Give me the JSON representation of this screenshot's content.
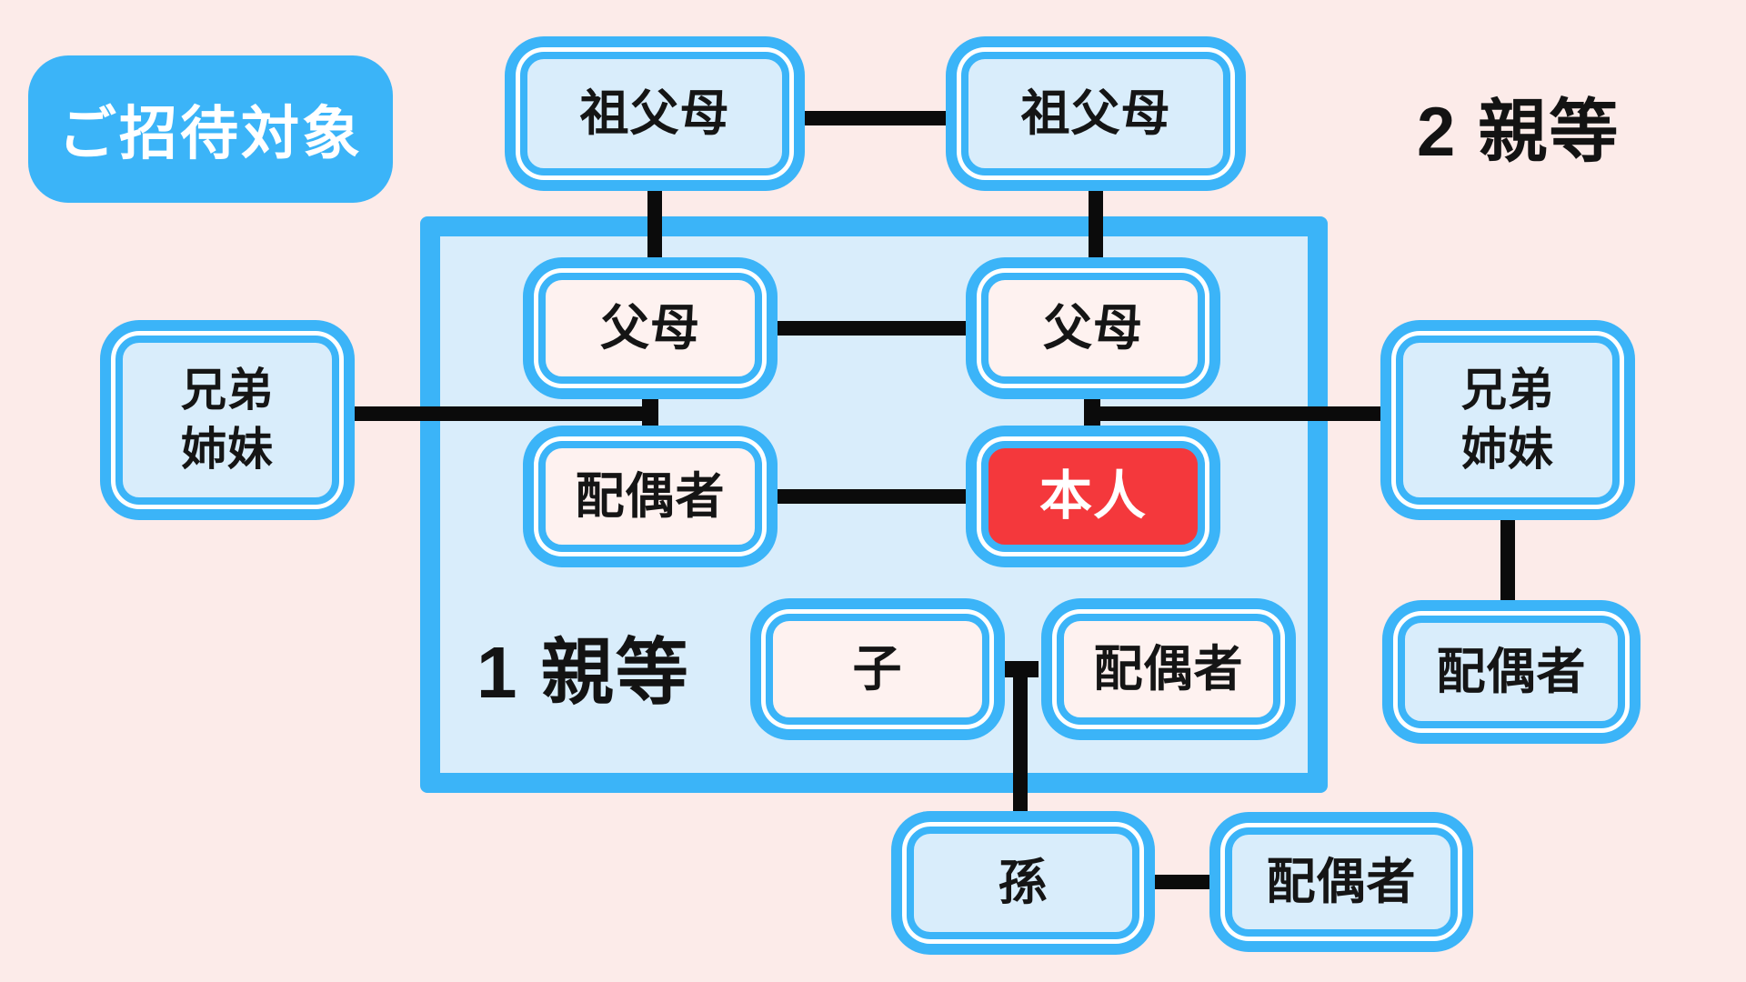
{
  "badge": {
    "label": "ご招待対象"
  },
  "degree_labels": {
    "first": "1 親等",
    "second": "2 親等"
  },
  "nodes": {
    "grandparents_left": {
      "label": "祖父母"
    },
    "grandparents_right": {
      "label": "祖父母"
    },
    "parents_left": {
      "label": "父母"
    },
    "parents_right": {
      "label": "父母"
    },
    "siblings_left": {
      "label": "兄弟\n姉妹"
    },
    "siblings_right": {
      "label": "兄弟\n姉妹"
    },
    "self_spouse": {
      "label": "配偶者"
    },
    "self": {
      "label": "本人"
    },
    "child": {
      "label": "子"
    },
    "child_spouse": {
      "label": "配偶者"
    },
    "siblings_right_spouse": {
      "label": "配偶者"
    },
    "grandchild": {
      "label": "孫"
    },
    "grandchild_spouse": {
      "label": "配偶者"
    }
  },
  "colors": {
    "background": "#fcebe9",
    "accent_blue": "#3bb4f8",
    "light_blue_fill": "#d9edfb",
    "pink_fill": "#fef2f0",
    "self_red": "#f4383c",
    "connector_black": "#0b0b0b",
    "text_black": "#151515",
    "badge_text": "#ffffff"
  }
}
